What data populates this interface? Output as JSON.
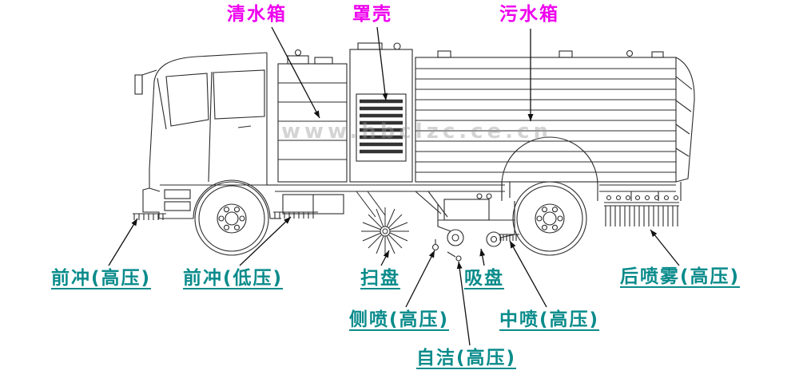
{
  "figure": {
    "type": "technical-line-diagram",
    "subject": "street-sweeper-truck-side-view",
    "background": "#ffffff",
    "watermark": "www.hbclzc.ce.cn",
    "colors": {
      "top_labels": "#ee00ee",
      "bottom_labels": "#0a8b8b",
      "linework": "#2b2b2b"
    },
    "labels": {
      "top": [
        {
          "id": "clean-water-tank",
          "text": "清水箱"
        },
        {
          "id": "cover-shell",
          "text": "罩壳"
        },
        {
          "id": "sewage-tank",
          "text": "污水箱"
        }
      ],
      "bottom": [
        {
          "id": "front-flush-high-pressure",
          "text": "前冲(高压)"
        },
        {
          "id": "front-flush-low-pressure",
          "text": "前冲(低压)"
        },
        {
          "id": "sweep-disc",
          "text": "扫盘"
        },
        {
          "id": "suction-plate",
          "text": "吸盘"
        },
        {
          "id": "rear-spray-mist-high-pressure",
          "text": "后喷雾(高压)"
        },
        {
          "id": "side-spray-high-pressure",
          "text": "侧喷(高压)"
        },
        {
          "id": "middle-spray-high-pressure",
          "text": "中喷(高压)"
        },
        {
          "id": "self-clean-high-pressure",
          "text": "自洁(高压)"
        }
      ]
    }
  }
}
